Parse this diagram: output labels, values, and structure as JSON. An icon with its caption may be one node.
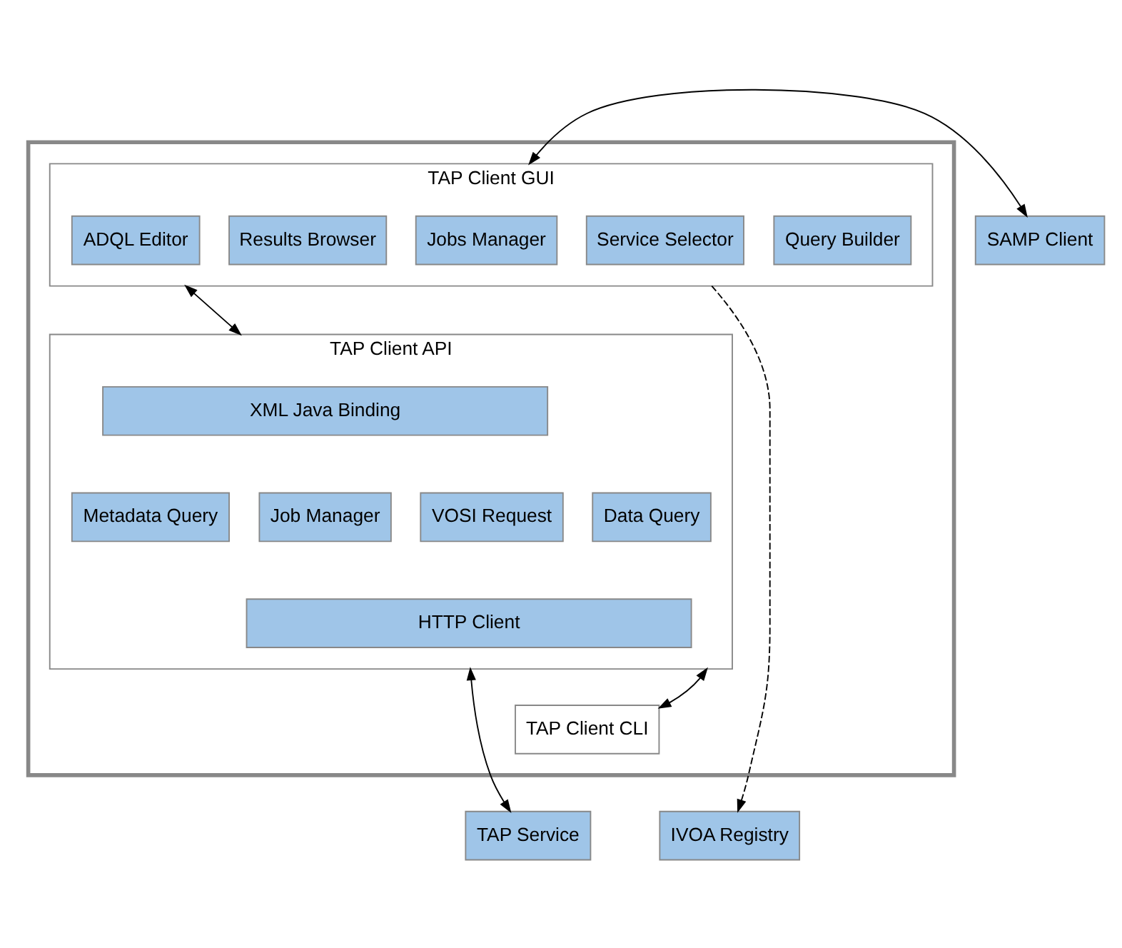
{
  "diagram": {
    "nodes": [
      {
        "text": [],
        "shape": "box"
      },
      {
        "text": [
          "TAP Client GUI"
        ],
        "in": 0
      },
      {
        "text": [
          "Service Selector"
        ],
        "in": 1
      },
      {
        "text": [
          "Query Builder"
        ],
        "in": 1
      },
      {
        "text": [
          "ADQL Editor"
        ],
        "in": 1
      },
      {
        "text": [
          "Results Browser"
        ],
        "in": 1
      },
      {
        "text": [
          "Jobs Manager"
        ],
        "in": 1
      },
      {
        "text": [
          "SAMP Client"
        ]
      },
      {
        "text": [
          "TAP Client API"
        ],
        "in": 0
      },
      {
        "text": [
          "XML Java Binding"
        ],
        "in": 8
      },
      {
        "text": [
          "VOSI Request"
        ],
        "in": 8
      },
      {
        "text": [
          "Data Query"
        ],
        "in": 8
      },
      {
        "text": [
          "Metadata Query"
        ],
        "in": 8
      },
      {
        "text": [
          "Job Manager"
        ],
        "in": 8
      },
      {
        "text": [
          "HTTP Client"
        ],
        "in": 8
      },
      {
        "text": [
          "TAP Client CLI"
        ],
        "in": 0
      },
      {
        "text": [
          "IVOA Registry"
        ]
      },
      {
        "text": [
          "TAP Service"
        ]
      }
    ],
    "edges": [
      {
        "from": 1,
        "to": 7,
        "arrow": "both"
      },
      {
        "from": 1,
        "to": 8,
        "arrow": "both"
      },
      {
        "from": 15,
        "to": 8,
        "arrow": "both"
      },
      {
        "from": 8,
        "to": 17,
        "arrow": "both"
      },
      {
        "from": 1,
        "to": 16,
        "arrow": "to",
        "style": "dashed"
      }
    ]
  }
}
